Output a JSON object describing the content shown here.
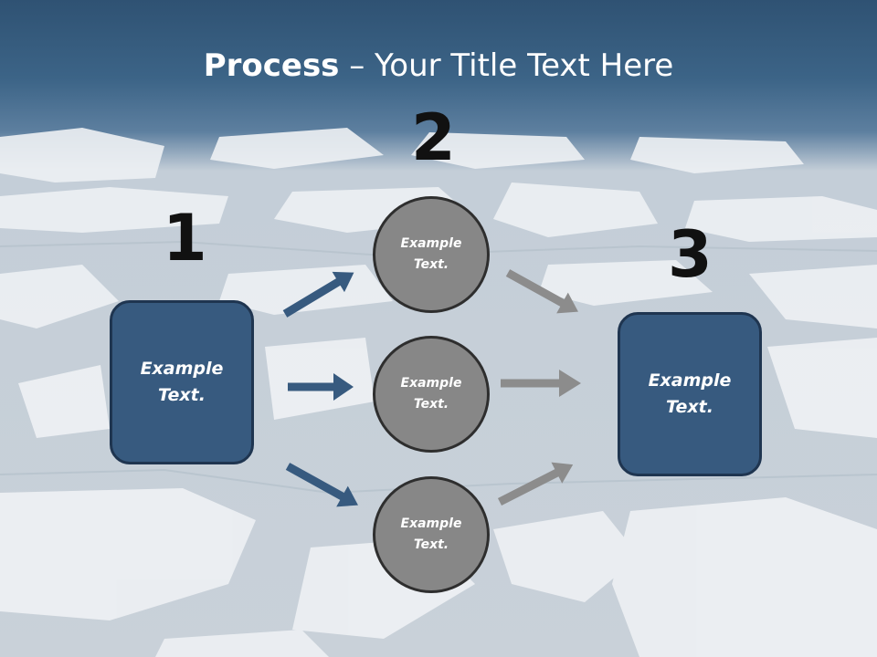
{
  "title": {
    "bold": "Process",
    "rest": " – Your Title Text Here"
  },
  "numbers": [
    "1",
    "2",
    "3"
  ],
  "left_box": {
    "text": "Example\nText."
  },
  "right_box": {
    "text": "Example\nText."
  },
  "circles": [
    {
      "text": "Example\nText."
    },
    {
      "text": "Example\nText."
    },
    {
      "text": "Example\nText."
    }
  ],
  "colors": {
    "box_fill": "#375a7f",
    "box_border": "#1f3550",
    "circle_fill": "#878787",
    "arrow_blue": "#375a7f",
    "arrow_gray": "#8c8c8c"
  }
}
